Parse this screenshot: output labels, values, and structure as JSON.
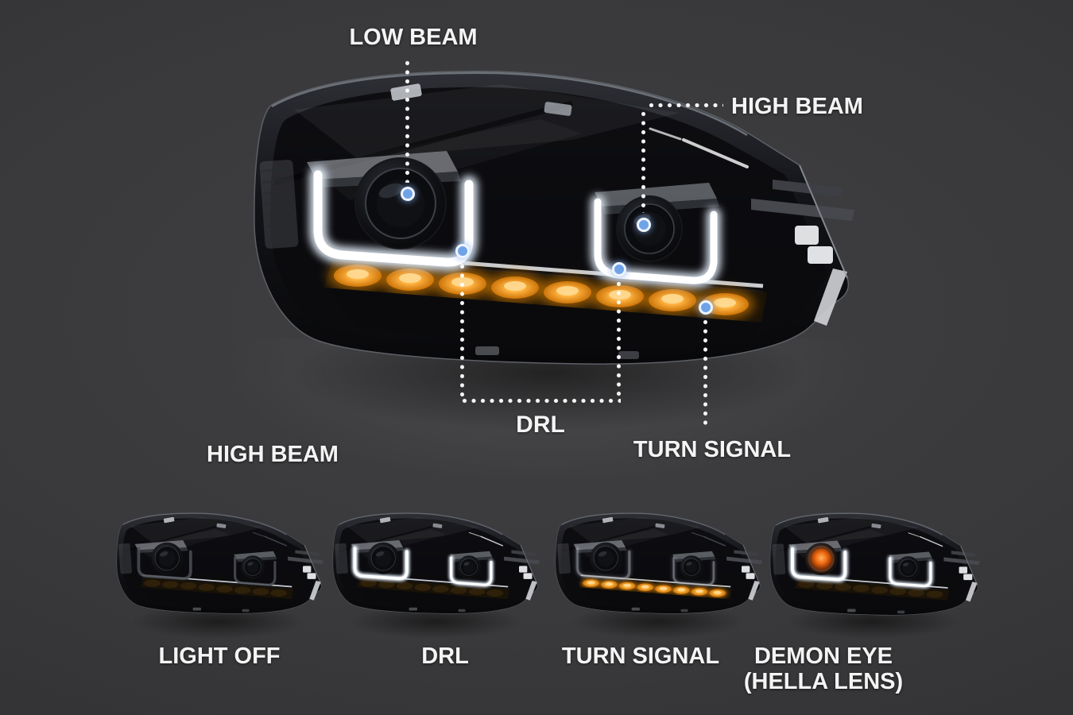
{
  "colors": {
    "background": "#39393b",
    "label_text": "#f4f4f5",
    "dotted_line": "#ffffff",
    "marker_blue": "#6fa3e8",
    "amber_led": "#f59b1e",
    "drl_white": "#ffffff"
  },
  "figure": {
    "caption": "HIGH BEAM",
    "annotations": {
      "low_beam": {
        "label": "LOW BEAM"
      },
      "high_beam": {
        "label": "HIGH BEAM"
      },
      "drl": {
        "label": "DRL"
      },
      "turn_signal": {
        "label": "TURN SIGNAL"
      }
    }
  },
  "modes": [
    {
      "mode": "off",
      "lines": [
        "LIGHT OFF",
        ""
      ]
    },
    {
      "mode": "drl",
      "lines": [
        "DRL",
        ""
      ]
    },
    {
      "mode": "turn",
      "lines": [
        "TURN SIGNAL",
        ""
      ]
    },
    {
      "mode": "demon",
      "lines": [
        "DEMON EYE",
        "(HELLA LENS)"
      ]
    }
  ]
}
